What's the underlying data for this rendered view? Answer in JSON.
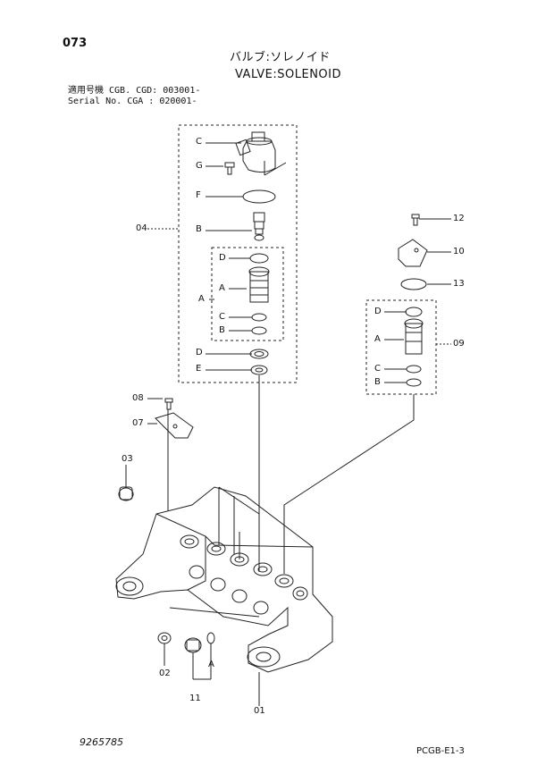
{
  "header": {
    "page_number": "073",
    "title_jp": "バルブ:ソレノイド",
    "title_en": "VALVE:SOLENOID",
    "serial_line1": "適用号機  CGB. CGD: 003001-",
    "serial_line2": "Serial No. CGA     : 020001-"
  },
  "labels": {
    "C1": "C",
    "G": "G",
    "F": "F",
    "ref04": "04",
    "B1": "B",
    "D1": "D",
    "A1": "A",
    "C2": "C",
    "B2": "B",
    "D2": "D",
    "E": "E",
    "ref12": "12",
    "ref10": "10",
    "ref13": "13",
    "D3": "D",
    "A3": "A",
    "ref09": "09",
    "C3": "C",
    "B3": "B",
    "ref08": "08",
    "ref07": "07",
    "ref03": "03",
    "ref02": "02",
    "A4": "A",
    "ref11": "11",
    "ref01": "01"
  },
  "footer": {
    "drawing_number": "9265785",
    "page_code": "PCGB-E1-3"
  }
}
